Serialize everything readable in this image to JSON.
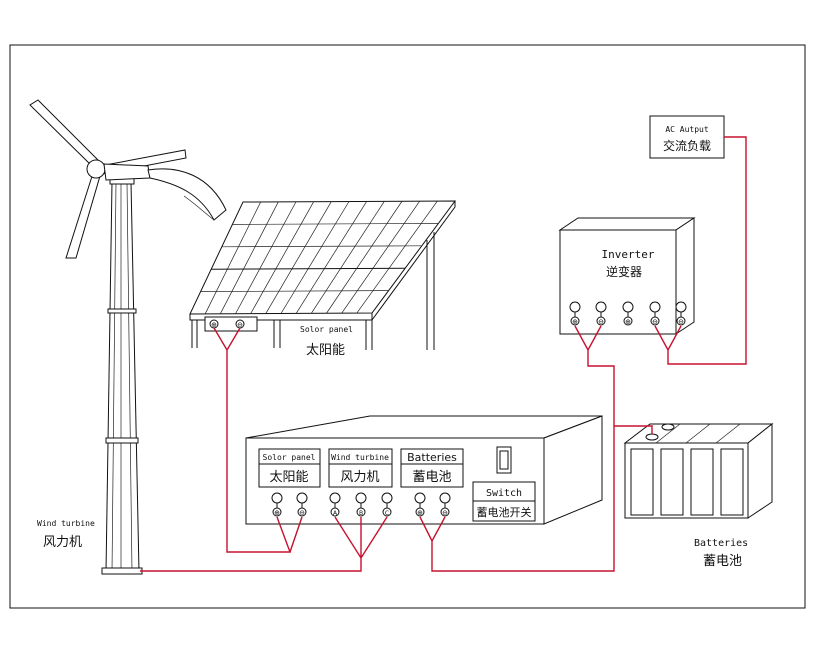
{
  "colors": {
    "wire": "#c8102e",
    "line": "#111111",
    "background": "#ffffff"
  },
  "wind_turbine": {
    "label_en": "Wind turbine",
    "label_zh": "风力机"
  },
  "solar_panel": {
    "label_en": "Solor panel",
    "label_zh": "太阳能",
    "terminals": [
      "⊕",
      "⊖"
    ]
  },
  "inverter": {
    "label_en": "Inverter",
    "label_zh": "逆变器",
    "terminals": [
      "⊕",
      "⊖",
      "⊕",
      "⊖",
      "⊖"
    ]
  },
  "ac_output": {
    "label_en": "AC Autput",
    "label_zh": "交流负载"
  },
  "batteries": {
    "label_en": "Batteries",
    "label_zh": "蓄电池"
  },
  "controller": {
    "solar": {
      "label_en": "Solor panel",
      "label_zh": "太阳能"
    },
    "wind": {
      "label_en": "Wind turbine",
      "label_zh": "风力机"
    },
    "battery": {
      "label_en": "Batteries",
      "label_zh": "蓄电池"
    },
    "switch": {
      "label_en": "Switch",
      "label_zh": "蓄电池开关"
    },
    "terminal_groups": [
      {
        "name": "solar",
        "symbols": [
          "⊕",
          "⊖"
        ]
      },
      {
        "name": "wind",
        "symbols": [
          "A",
          "B",
          "C"
        ]
      },
      {
        "name": "battery",
        "symbols": [
          "⊕",
          "⊖"
        ]
      }
    ]
  }
}
